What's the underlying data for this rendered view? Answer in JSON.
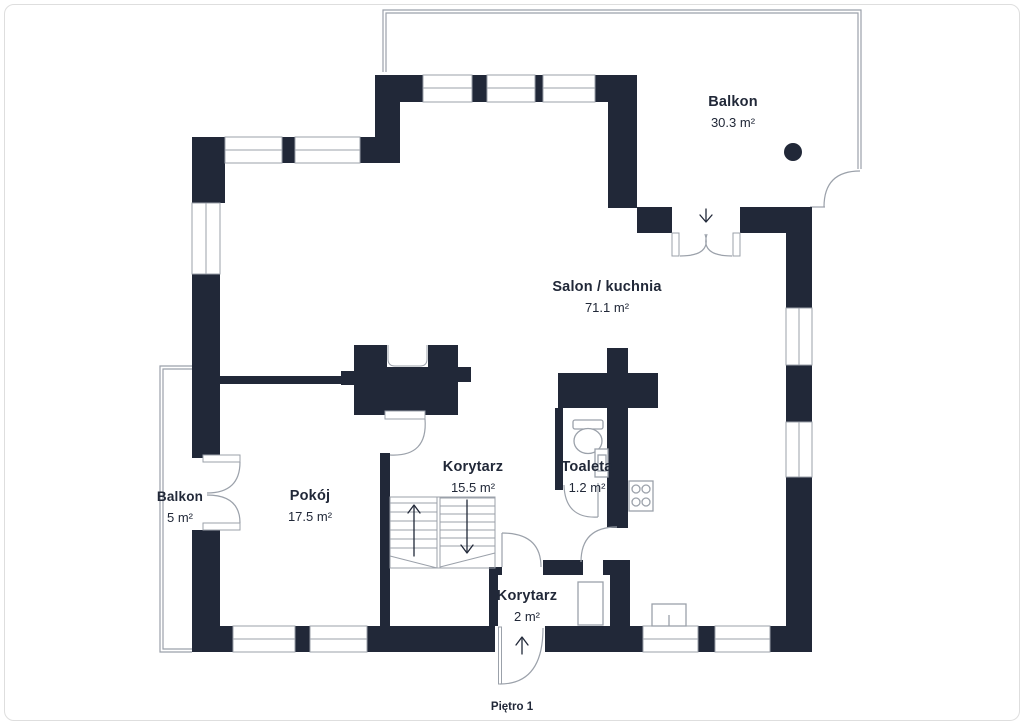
{
  "page": {
    "floor_label": "Piętro 1"
  },
  "rooms": {
    "balkon_top": {
      "name": "Balkon",
      "area": "30.3 m²"
    },
    "salon": {
      "name": "Salon / kuchnia",
      "area": "71.1 m²"
    },
    "pokoj": {
      "name": "Pokój",
      "area": "17.5 m²"
    },
    "balkon_left": {
      "name": "Balkon",
      "area": "5 m²"
    },
    "korytarz": {
      "name": "Korytarz",
      "area": "15.5 m²"
    },
    "toaleta": {
      "name": "Toaleta",
      "area": "1.2 m²"
    },
    "korytarz_maly": {
      "name": "Korytarz",
      "area": "2 m²"
    }
  },
  "colors": {
    "wall": "#212838",
    "line_gray": "#9ba1aa",
    "text": "#212838"
  },
  "icons": [
    "toilet-icon",
    "sink-icon",
    "stove-icon",
    "radiator-icon",
    "stairs-icon",
    "column-icon",
    "entrance-arrow-icon",
    "balcony-door-arrow-icon",
    "door-arc-icon",
    "window-icon"
  ]
}
